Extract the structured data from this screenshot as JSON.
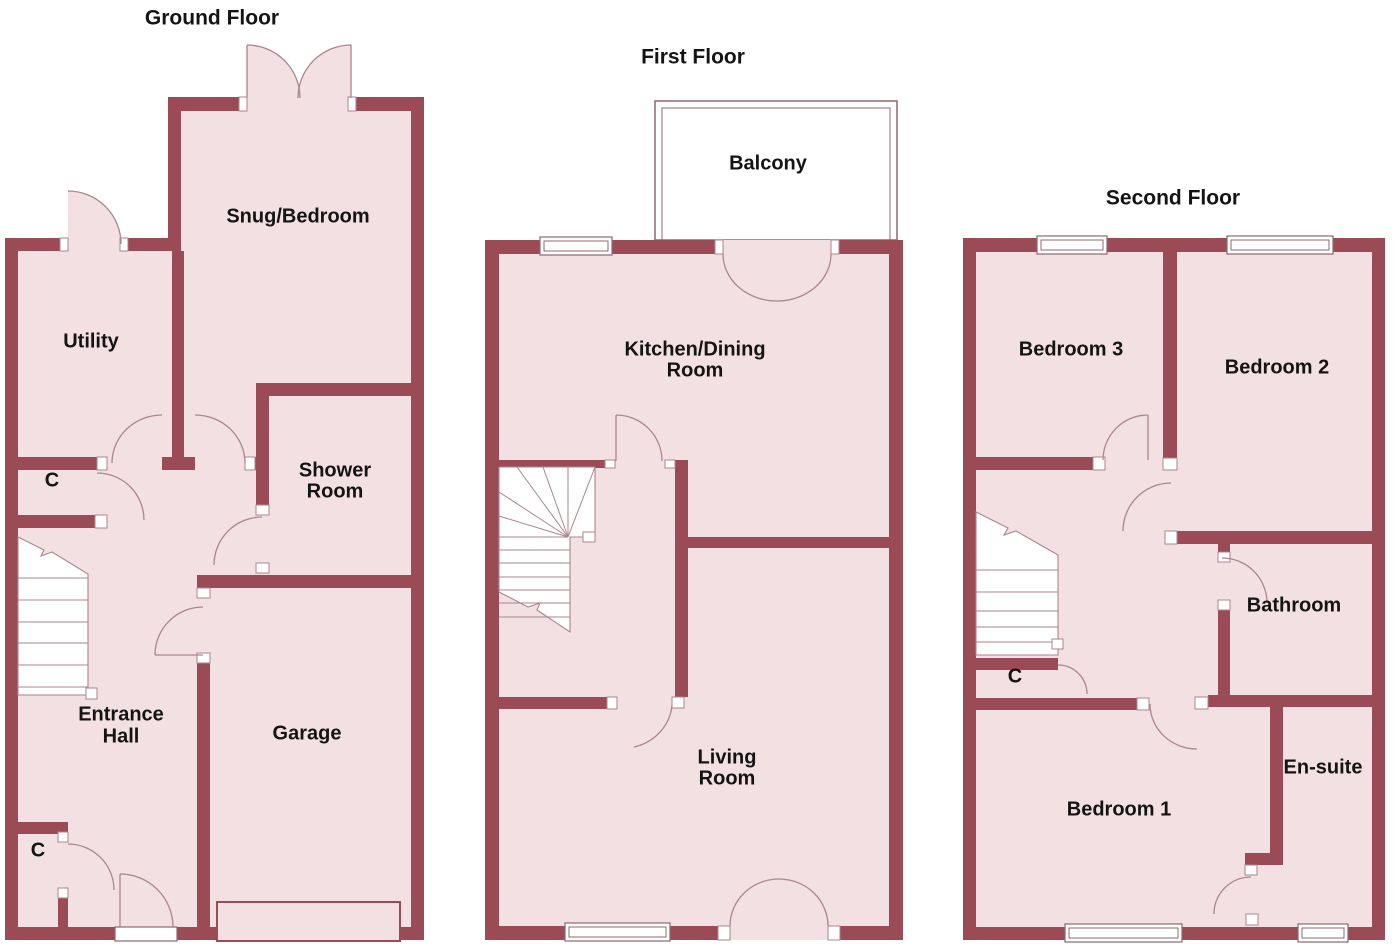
{
  "page": {
    "background": "#ffffff"
  },
  "colors": {
    "wall": "#9b4b55",
    "floor_fill": "#f2e0e3",
    "door_line": "#ab868c",
    "window_line": "#8d686e",
    "text": "#141414"
  },
  "floors": [
    {
      "title": "Ground Floor",
      "rooms": [
        {
          "name": "snug-bedroom",
          "label": "Snug/Bedroom"
        },
        {
          "name": "utility",
          "label": "Utility"
        },
        {
          "name": "closet-upper",
          "label": "C"
        },
        {
          "name": "shower-room",
          "lines": [
            "Shower",
            "Room"
          ]
        },
        {
          "name": "entrance-hall",
          "lines": [
            "Entrance",
            "Hall"
          ]
        },
        {
          "name": "garage",
          "label": "Garage"
        },
        {
          "name": "closet-lower",
          "label": "C"
        }
      ]
    },
    {
      "title": "First Floor",
      "rooms": [
        {
          "name": "balcony",
          "label": "Balcony"
        },
        {
          "name": "kitchen-dining-room",
          "lines": [
            "Kitchen/Dining",
            "Room"
          ]
        },
        {
          "name": "living-room",
          "lines": [
            "Living",
            "Room"
          ]
        }
      ]
    },
    {
      "title": "Second Floor",
      "rooms": [
        {
          "name": "bedroom-3",
          "label": "Bedroom 3"
        },
        {
          "name": "bedroom-2",
          "label": "Bedroom 2"
        },
        {
          "name": "bathroom",
          "label": "Bathroom"
        },
        {
          "name": "closet",
          "label": "C"
        },
        {
          "name": "bedroom-1",
          "label": "Bedroom 1"
        },
        {
          "name": "en-suite",
          "label": "En-suite"
        }
      ]
    }
  ]
}
